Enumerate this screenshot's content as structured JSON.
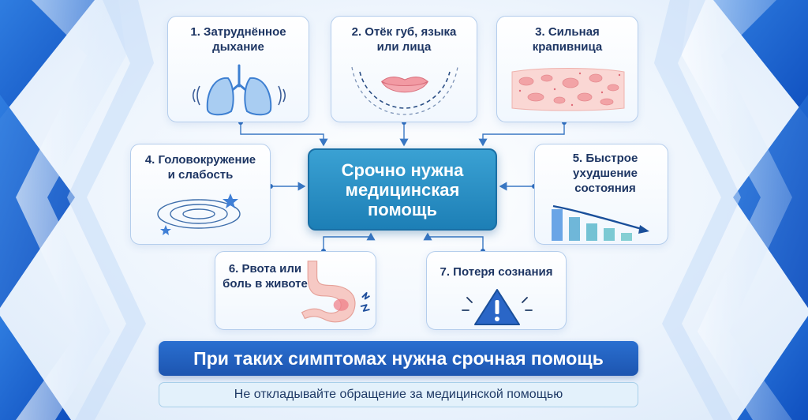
{
  "center": {
    "text": "Срочно нужна\nмедицинская\nпомощь"
  },
  "symptoms": [
    {
      "label": "1. Затруднённое\nдыхание",
      "icon": "lungs-icon"
    },
    {
      "label": "2. Отёк губ, языка\nили лица",
      "icon": "swollen-lips-icon"
    },
    {
      "label": "3. Сильная\nкрапивница",
      "icon": "hives-rash-icon"
    },
    {
      "label": "4. Головокружение\nи слабость",
      "icon": "dizziness-spiral-icon"
    },
    {
      "label": "5. Быстрое\nухудшение\nсостояния",
      "icon": "declining-chart-icon"
    },
    {
      "label": "6. Рвота или\nболь в животе",
      "icon": "stomach-icon"
    },
    {
      "label": "7. Потеря сознания",
      "icon": "warning-triangle-icon"
    }
  ],
  "banner": {
    "text": "При таких симптомах нужна срочная помощь"
  },
  "note": {
    "text": "Не откладывайте обращение за медицинской помощью"
  },
  "colors": {
    "primary_blue": "#1d55b0",
    "center_teal": "#2a8fc6",
    "card_border": "#b4cdec",
    "accent_pink": "#f0a3a8"
  }
}
